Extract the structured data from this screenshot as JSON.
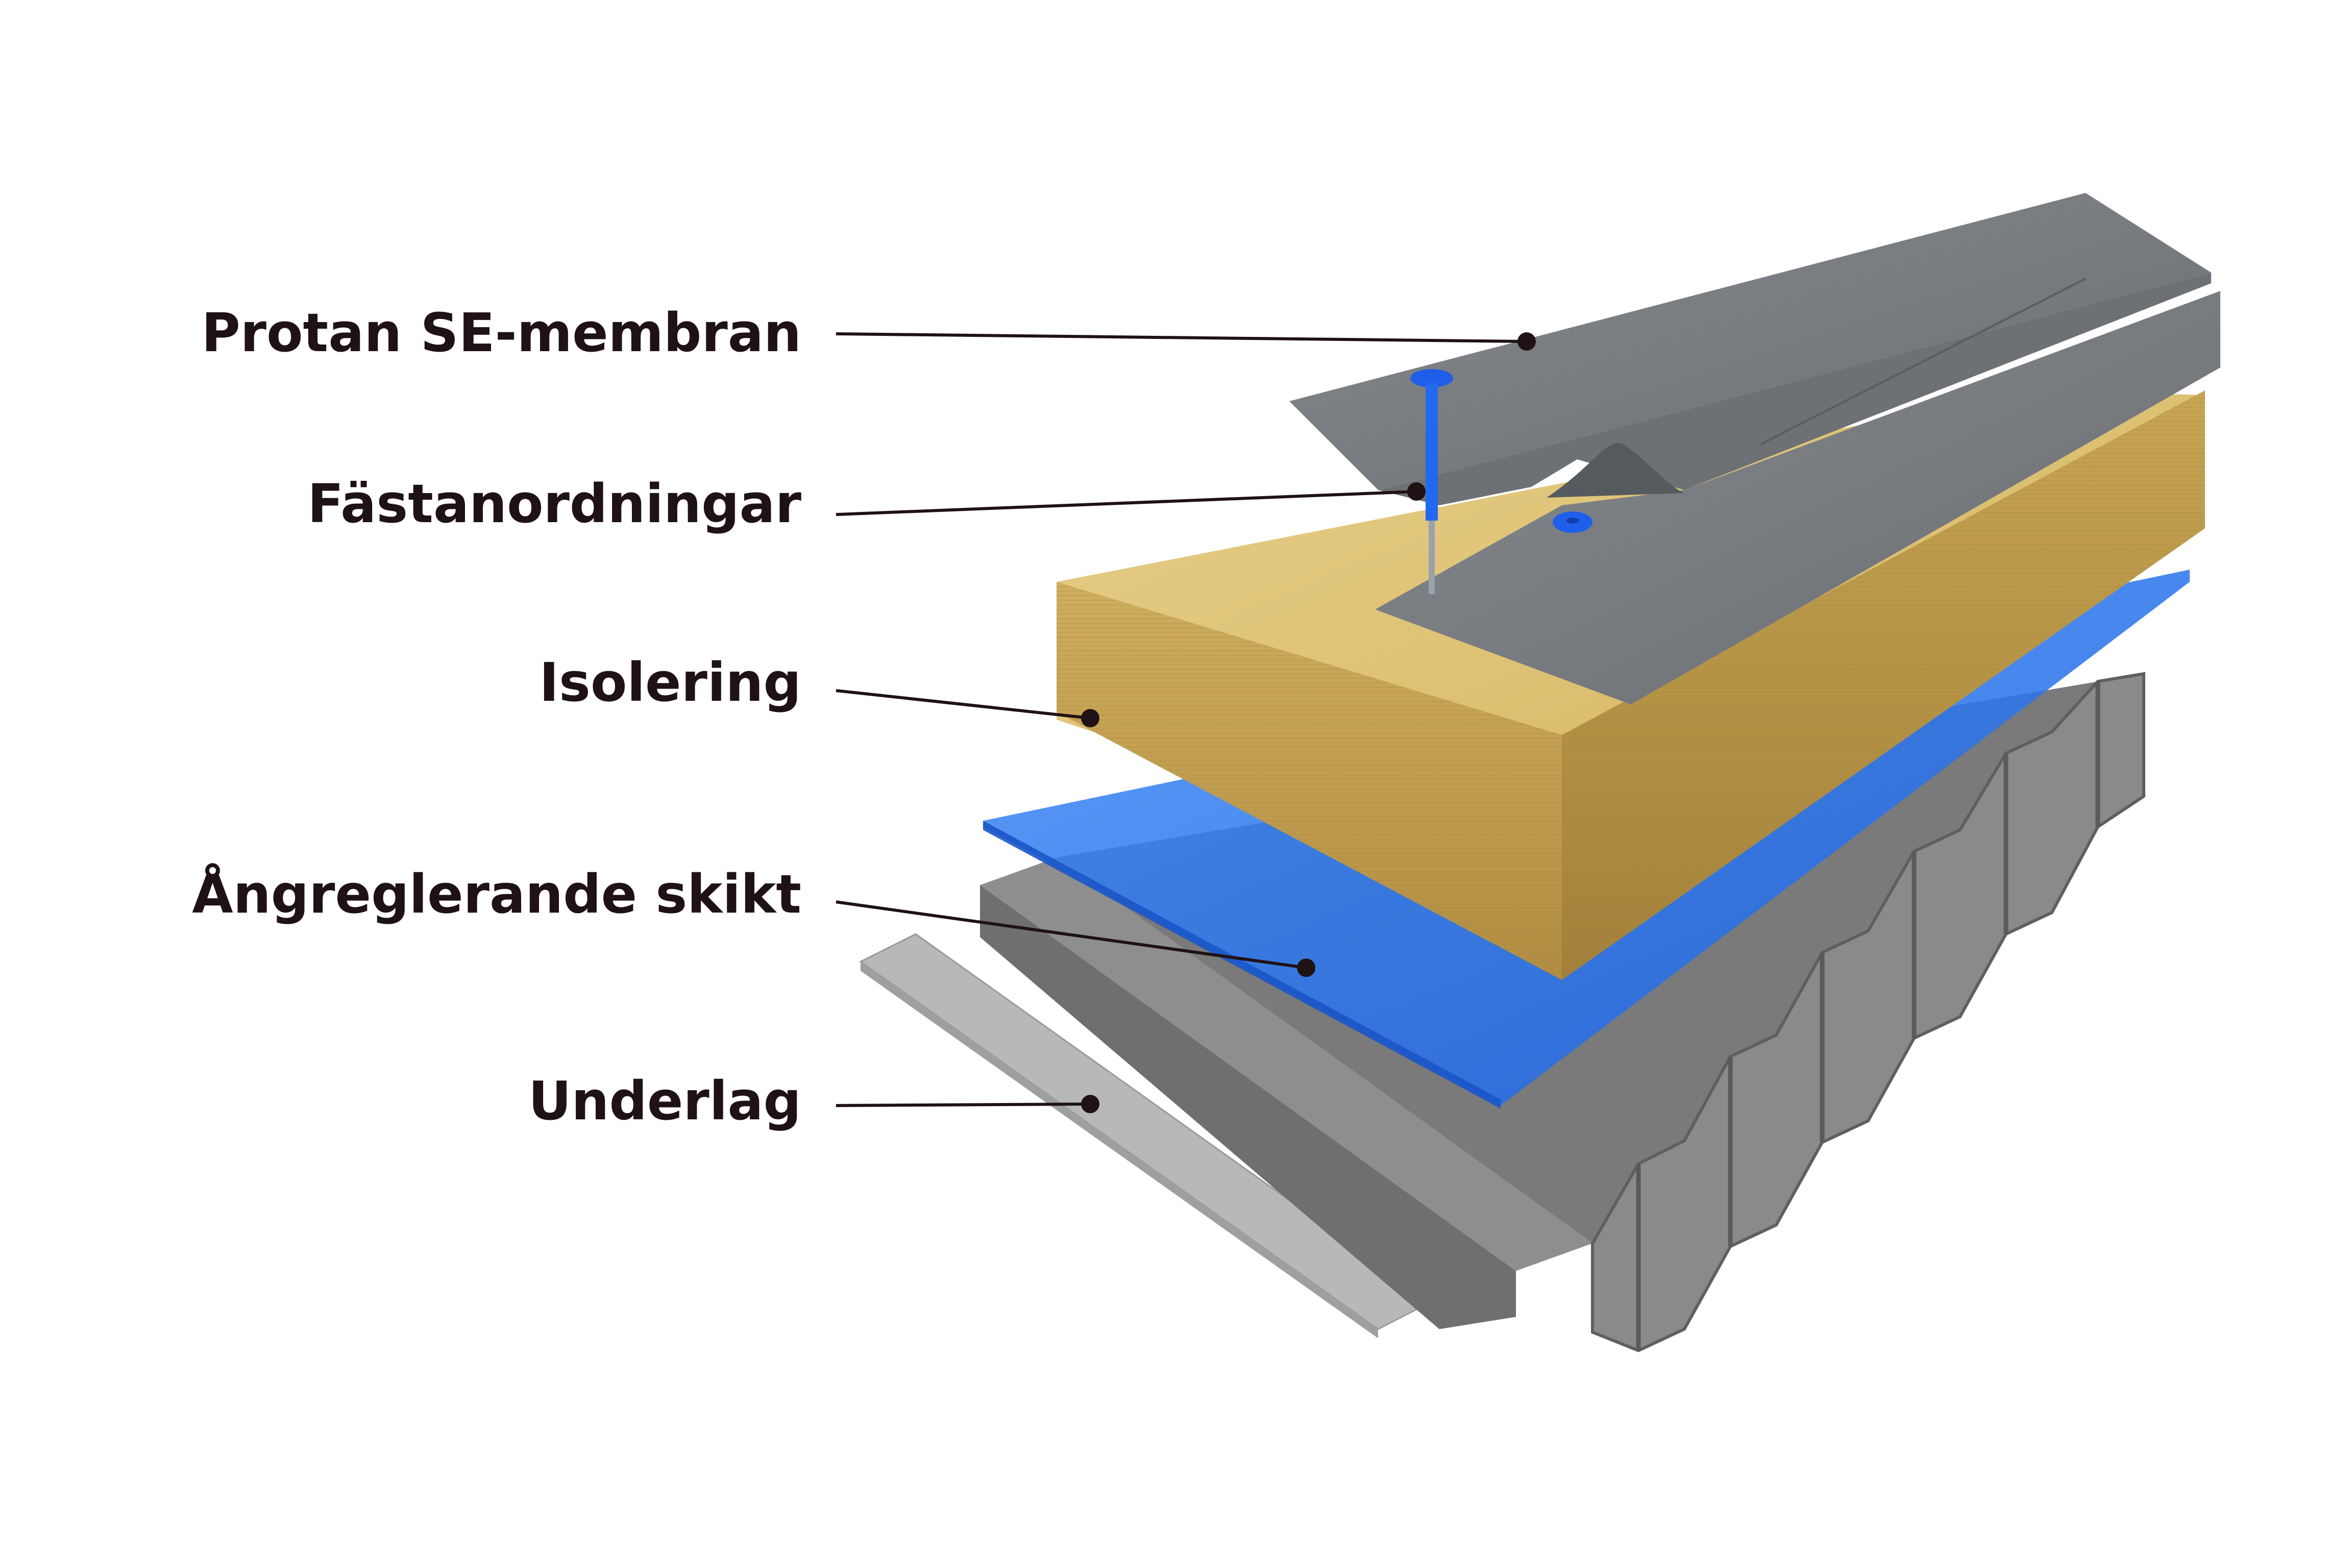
{
  "labels": {
    "membrane": "Protan SE-membran",
    "fasteners": "Fästanordningar",
    "insulation": "Isolering",
    "vapor": "Ångreglerande skikt",
    "substrate": "Underlag"
  },
  "colors": {
    "label_text": "#1f1214",
    "membrane": "#7d8083",
    "insulation": "#d7b968",
    "vapor_barrier": "#2f7df2",
    "fastener": "#1f5ee8",
    "deck": "#8c8c8c",
    "underlay": "#b5b5b5"
  }
}
